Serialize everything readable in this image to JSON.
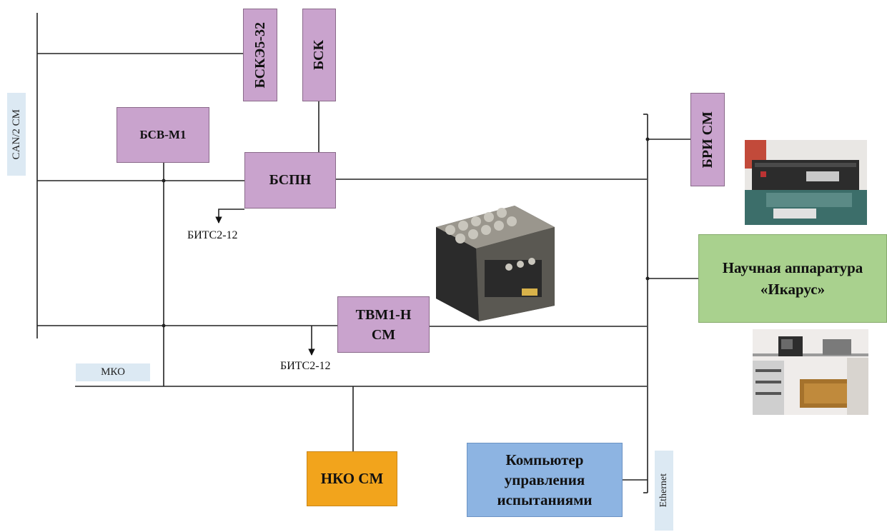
{
  "bus_labels": {
    "can": "CAN/2 СМ",
    "mko": "МКО",
    "ethernet": "Ethernet"
  },
  "blocks": {
    "bskz": "БСКЭ5-32",
    "bsk": "БСК",
    "bsv": "БСВ-М1",
    "bspn": "БСПН",
    "tvm_line1": "ТВМ1-Н",
    "tvm_line2": "СМ",
    "bri": "БРИ СМ",
    "science_line1": "Научная аппаратура",
    "science_line2": "«Икарус»",
    "nko": "НКО СМ",
    "computer_line1": "Компьютер",
    "computer_line2": "управления",
    "computer_line3": "испытаниями"
  },
  "outputs": {
    "bits_top": "БИТС2-12",
    "bits_bottom": "БИТС2-12"
  },
  "colors": {
    "block_pink": "#c9a3cd",
    "science_green": "#a9d18e",
    "nko_orange": "#f2a41c",
    "computer_blue": "#8db4e2",
    "bus_label_blue": "#dce9f3"
  }
}
